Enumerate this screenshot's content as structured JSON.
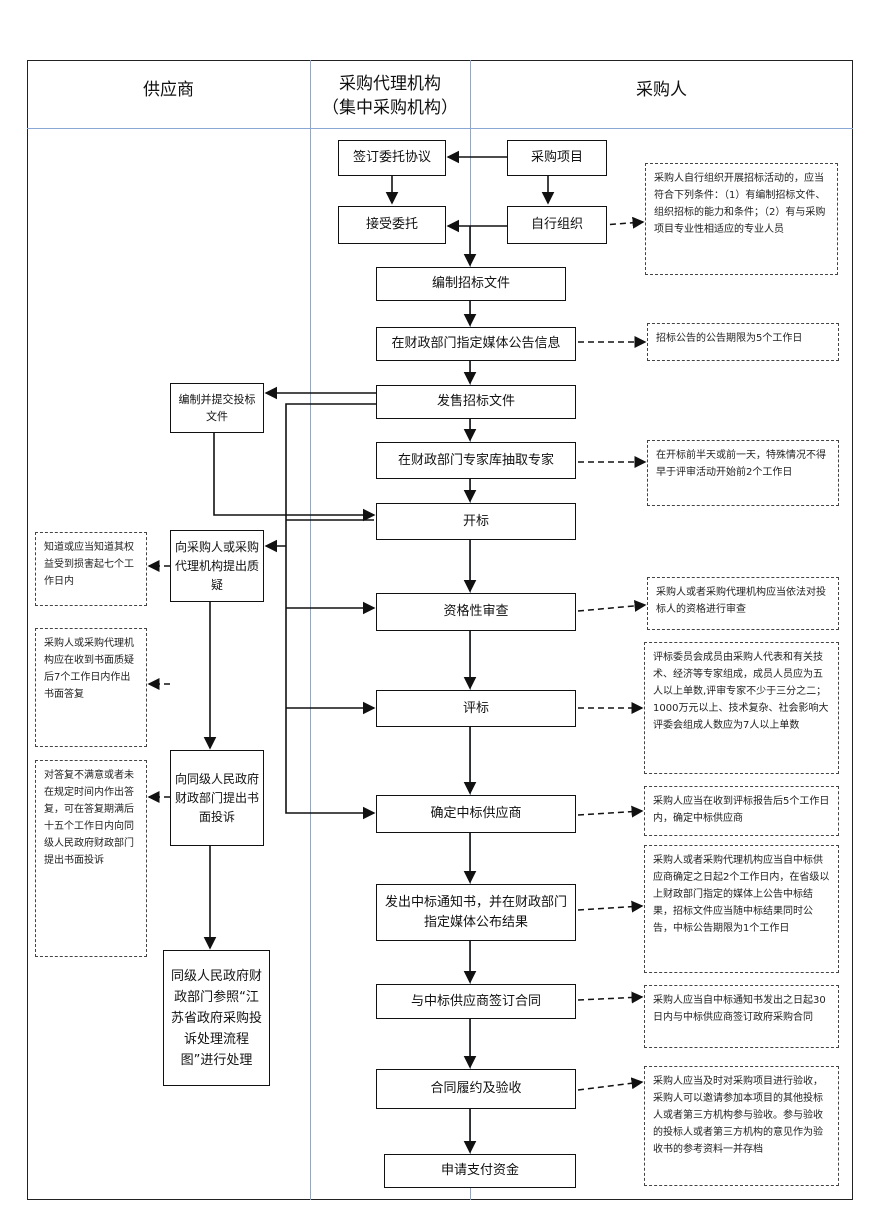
{
  "headers": {
    "col1": "供应商",
    "col2_line1": "采购代理机构",
    "col2_line2": "（集中采购机构）",
    "col3": "采购人"
  },
  "boxes": {
    "sign": "签订委托协议",
    "project": "采购项目",
    "accept": "接受委托",
    "self_org": "自行组织",
    "compile": "编制招标文件",
    "announce": "在财政部门指定媒体公告信息",
    "sell": "发售招标文件",
    "experts": "在财政部门专家库抽取专家",
    "open": "开标",
    "qualify": "资格性审查",
    "evaluate": "评标",
    "decide": "确定中标供应商",
    "notify": "发出中标通知书，并在财政部门指定媒体公布结果",
    "contract": "与中标供应商签订合同",
    "perform": "合同履约及验收",
    "pay": "申请支付资金",
    "prepare_bid": "编制并提交投标文件",
    "question": "向采购人或采购代理机构提出质疑",
    "complain": "向同级人民政府财政部门提出书面投诉",
    "final": "同级人民政府财政部门参照“江苏省政府采购投诉处理流程图”进行处理"
  },
  "notes": {
    "self_org_cond": "采购人自行组织开展招标活动的，应当符合下列条件：（1）有编制招标文件、组织招标的能力和条件；（2）有与采购项目专业性相适应的专业人员",
    "announce_period": "招标公告的公告期限为5个工作日",
    "expert_time": "在开标前半天或前一天，特殊情况不得早于评审活动开始前2个工作日",
    "qualify_note": "采购人或者采购代理机构应当依法对投标人的资格进行审查",
    "committee": "评标委员会成员由采购人代表和有关技术、经济等专家组成，成员人员应为五人以上单数,评审专家不少于三分之二；1000万元以上、技术复杂、社会影响大评委会组成人数应为7人以上单数",
    "decide_note": "采购人应当在收到评标报告后5个工作日内，确定中标供应商",
    "notify_note": "采购人或者采购代理机构应当自中标供应商确定之日起2个工作日内，在省级以上财政部门指定的媒体上公告中标结果，招标文件应当随中标结果同时公告，中标公告期限为1个工作日",
    "contract_note": "采购人应当自中标通知书发出之日起30日内与中标供应商签订政府采购合同",
    "perform_note": "采购人应当及时对采购项目进行验收，采购人可以邀请参加本项目的其他投标人或者第三方机构参与验收。参与验收的投标人或者第三方机构的意见作为验收书的参考资料一并存档",
    "question_time": "知道或应当知道其权益受到损害起七个工作日内",
    "reply_time": "采购人或采购代理机构应在收到书面质疑后7个工作日内作出书面答复",
    "complain_time": "对答复不满意或者未在规定时间内作出答复，可在答复期满后十五个工作日内向同级人民政府财政部门提出书面投诉"
  }
}
